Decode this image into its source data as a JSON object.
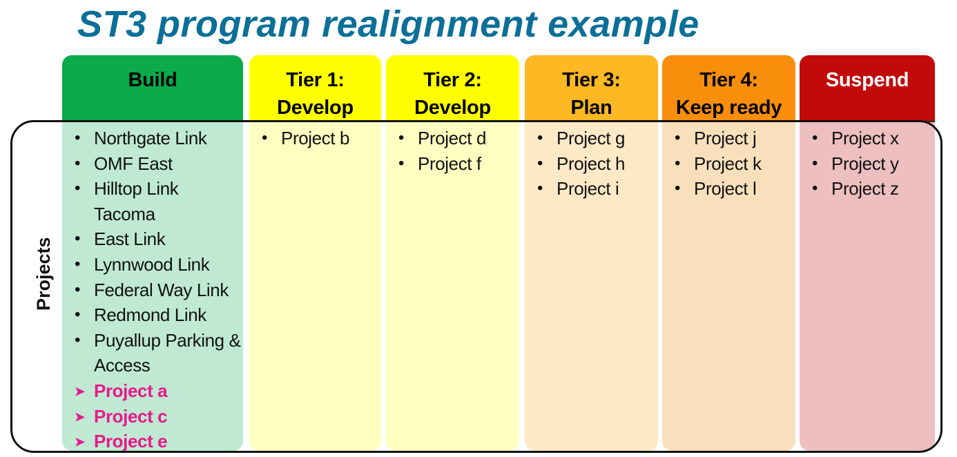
{
  "title": "ST3 program realignment example",
  "side_label": "Projects",
  "colors": {
    "title": "#0B6F97",
    "new_item": "#E8198B"
  },
  "columns": [
    {
      "header_lines": [
        "Build",
        ""
      ],
      "header_color": "#0BAA4A",
      "header_text_color": "#000000",
      "body_color": "#BFE9D3",
      "items": [
        {
          "text": "Northgate Link",
          "new": false
        },
        {
          "text": "OMF East",
          "new": false
        },
        {
          "text": "Hilltop Link Tacoma",
          "new": false
        },
        {
          "text": "East Link",
          "new": false
        },
        {
          "text": "Lynnwood Link",
          "new": false
        },
        {
          "text": "Federal Way Link",
          "new": false
        },
        {
          "text": "Redmond Link",
          "new": false
        },
        {
          "text": "Puyallup Parking & Access",
          "new": false
        },
        {
          "text": "Project a",
          "new": true
        },
        {
          "text": "Project c",
          "new": true
        },
        {
          "text": "Project e",
          "new": true
        }
      ]
    },
    {
      "header_lines": [
        "Tier 1:",
        "Develop"
      ],
      "header_color": "#FFFF00",
      "header_text_color": "#000000",
      "body_color": "#FFFFC2",
      "items": [
        {
          "text": "Project b",
          "new": false
        }
      ]
    },
    {
      "header_lines": [
        "Tier 2:",
        "Develop"
      ],
      "header_color": "#FFFF00",
      "header_text_color": "#000000",
      "body_color": "#FFFFC2",
      "items": [
        {
          "text": "Project d",
          "new": false
        },
        {
          "text": "Project f",
          "new": false
        }
      ]
    },
    {
      "header_lines": [
        "Tier 3:",
        "Plan"
      ],
      "header_color": "#FDB823",
      "header_text_color": "#000000",
      "body_color": "#FDE9C6",
      "items": [
        {
          "text": "Project g",
          "new": false
        },
        {
          "text": "Project h",
          "new": false
        },
        {
          "text": "Project i",
          "new": false
        }
      ]
    },
    {
      "header_lines": [
        "Tier 4:",
        "Keep ready"
      ],
      "header_color": "#F98E0C",
      "header_text_color": "#000000",
      "body_color": "#F9E0BC",
      "items": [
        {
          "text": "Project j",
          "new": false
        },
        {
          "text": "Project k",
          "new": false
        },
        {
          "text": "Project l",
          "new": false
        }
      ]
    },
    {
      "header_lines": [
        "Suspend",
        ""
      ],
      "header_color": "#C20A0A",
      "header_text_color": "#FFFFFF",
      "body_color": "#EDBFC0",
      "items": [
        {
          "text": "Project x",
          "new": false
        },
        {
          "text": "Project y",
          "new": false
        },
        {
          "text": "Project z",
          "new": false
        }
      ]
    }
  ]
}
